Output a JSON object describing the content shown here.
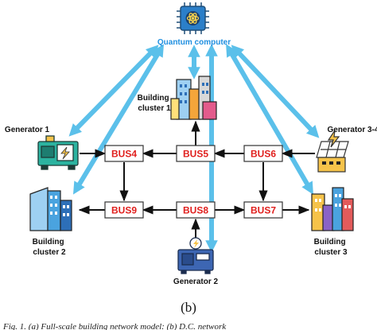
{
  "quantum_computer": {
    "label": "Quantum computer",
    "icon": "quantum-chip-icon"
  },
  "buses": [
    "BUS4",
    "BUS5",
    "BUS6",
    "BUS9",
    "BUS8",
    "BUS7"
  ],
  "nodes": {
    "building_cluster_1": [
      "Building",
      "cluster 1"
    ],
    "building_cluster_2": [
      "Building",
      "cluster 2"
    ],
    "building_cluster_3": [
      "Building",
      "cluster 3"
    ],
    "generator_1": "Generator 1",
    "generator_2": "Generator 2",
    "generator_3": "Generator 3-4"
  },
  "caption": "(b)",
  "footer_text": "Fig. 1. (a) Full-scale building network model: (b) D.C. network",
  "colors": {
    "quantum_link": "#5bc0ea",
    "quantum_label": "#1f8fe0",
    "bus_text": "#e0201e",
    "flow_arrow": "#111111"
  }
}
